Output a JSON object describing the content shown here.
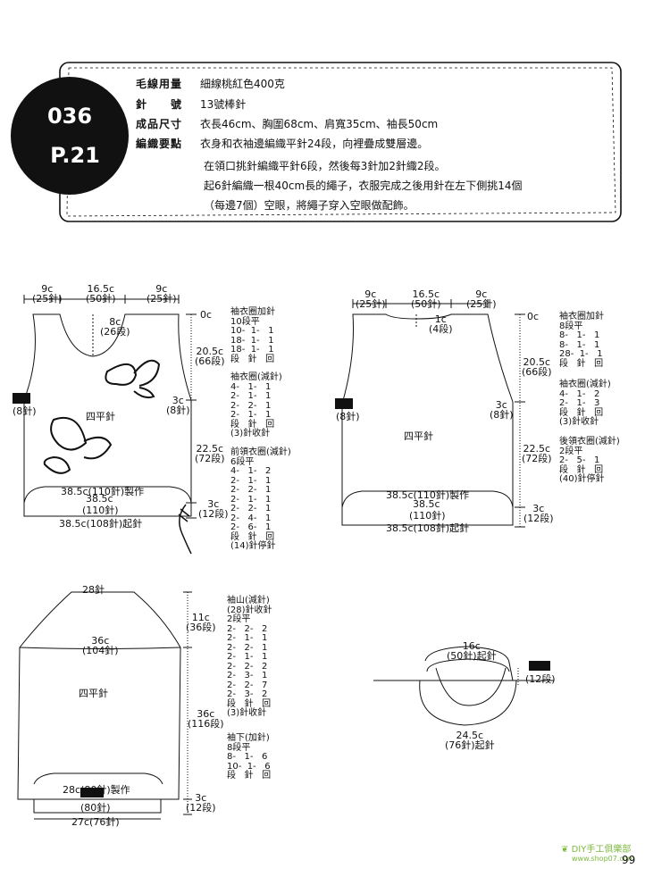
{
  "header": {
    "pattern_number": "036",
    "page_ref": "P.21",
    "specs": [
      {
        "key": "毛線用量",
        "value": "細線桃紅色400克"
      },
      {
        "key": "針　　號",
        "value": "13號棒針"
      },
      {
        "key": "成品尺寸",
        "value": "衣長46cm、胸圍68cm、肩寬35cm、袖長50cm"
      },
      {
        "key": "編織要點",
        "value": "衣身和衣袖邊編織平針24段，向裡疊成雙層邊。"
      }
    ],
    "continuation": [
      "在領口挑針編織平針6段，然後每3針加2針織2段。",
      "起6針編織一根40cm長的繩子，衣服完成之後用針在左下側挑14個",
      "（每邊7個）空眼，將繩子穿入空眼做配飾。"
    ]
  },
  "front": {
    "top_dims": [
      "9c\n(25針)",
      "16.5c\n(50針)",
      "9c\n(25針)"
    ],
    "neck_depth": "8c\n(26段)",
    "right_dims": [
      "0c",
      "20.5c\n(66段)",
      "3c\n(8針)",
      "22.5c\n(72段)",
      "3c\n(12段)"
    ],
    "left_mark": "(8針)",
    "fabric": "四平針",
    "bottom": [
      "38.5c(110針)製作",
      "38.5c",
      "(110針)",
      "38.5c(108針)起針"
    ],
    "notes": [
      "袖衣圈加針\n10段平\n10-  1-   1\n18-  1-   1\n18-  1-   1\n段   針   回",
      "袖衣圈(減針)\n4-   1-   1\n2-   1-   1\n2-   2-   1\n2-   1-   1\n段   針   回\n(3)針收針",
      "前領衣圈(減針)\n6段平\n4-   1-   2\n2-   1-   1\n2-   2-   1\n2-   1-   1\n2-   2-   1\n2-   4-   1\n2-   6-   1\n段   針   回\n(14)針停針"
    ]
  },
  "back": {
    "top_dims": [
      "9c\n(25針)",
      "16.5c\n(50針)",
      "9c\n(25針)"
    ],
    "neck_depth": "1c\n(4段)",
    "right_dims": [
      "0c",
      "20.5c\n(66段)",
      "3c\n(8針)",
      "22.5c\n(72段)",
      "3c\n(12段)"
    ],
    "left_mark": "(8針)",
    "fabric": "四平針",
    "bottom": [
      "38.5c(110針)製作",
      "38.5c",
      "(110針)",
      "38.5c(108針)起針"
    ],
    "notes": [
      "袖衣圈加針\n8段平\n8-   1-   1\n8-   1-   1\n28-  1-   1\n段   針   回",
      "袖衣圈(減針)\n4-   1-   2\n2-   1-   3\n段   針   回\n(3)針收針",
      "後領衣圈(減針)\n2段平\n2-   5-   1\n段   針   回\n(40)針停針"
    ]
  },
  "sleeve": {
    "top": "28針",
    "mid": "36c\n(104針)",
    "right_dims": [
      "11c\n(36段)",
      "36c\n(116段)",
      "3c\n(12段)"
    ],
    "fabric": "四平針",
    "bottom": [
      "28c(80針)製作",
      "(80針)",
      "27c(76針)"
    ],
    "notes": [
      "袖山(減針)\n(28)針收針\n2段平\n2-   2-   2\n2-   1-   1\n2-   2-   1\n2-   1-   1\n2-   2-   2\n2-   3-   1\n2-   2-   7\n2-   3-   2\n段   針   回\n(3)針收針",
      "袖下(加針)\n8段平\n8-   1-   6\n10-  1-   6\n段   針   回"
    ]
  },
  "collar": {
    "top": "16c\n(50針)起針",
    "side": "(12段)",
    "bottom": "24.5c\n(76針)起針"
  },
  "footer": {
    "page_number": "99",
    "watermark": "DIY手工俱樂部",
    "watermark_url": "www.shop07.com"
  }
}
